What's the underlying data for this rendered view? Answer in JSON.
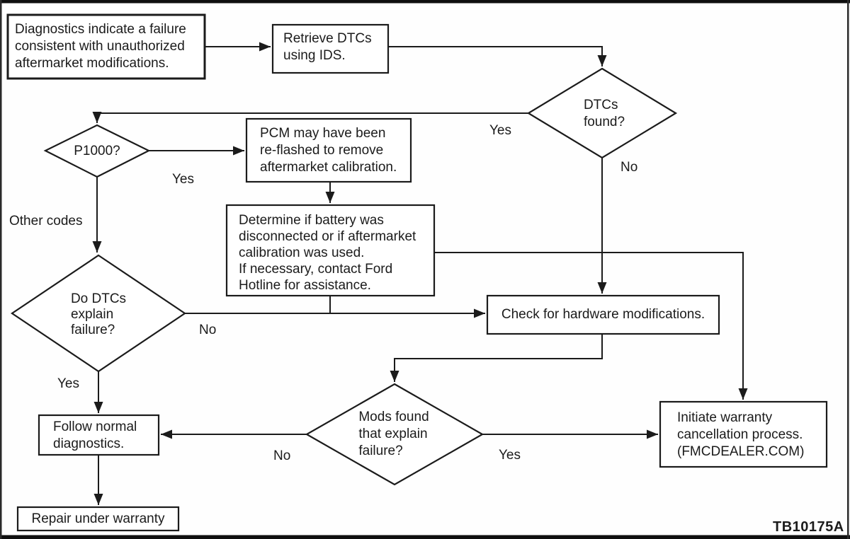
{
  "diagram_code": "TB10175A",
  "colors": {
    "ink": "#1b1b1b",
    "paper": "#fefefe",
    "frame": "#0f0f0f"
  },
  "nodes": {
    "start": {
      "shape": "process",
      "lines": [
        "Diagnostics indicate a failure",
        "consistent with unauthorized",
        "aftermarket modifications."
      ]
    },
    "retrieve": {
      "shape": "process",
      "lines": [
        "Retrieve DTCs",
        "using IDS."
      ]
    },
    "dtcs_found": {
      "shape": "decision",
      "lines": [
        "DTCs",
        "found?"
      ]
    },
    "p1000": {
      "shape": "decision",
      "lines": [
        "P1000?"
      ]
    },
    "pcm": {
      "shape": "process",
      "lines": [
        "PCM may have been",
        "re-flashed to remove",
        "aftermarket calibration."
      ]
    },
    "determine": {
      "shape": "process",
      "lines": [
        "Determine if battery was",
        "disconnected or if aftermarket",
        "calibration was used.",
        "If necessary, contact Ford",
        "Hotline for assistance."
      ]
    },
    "check": {
      "shape": "process",
      "lines": [
        "Check for hardware modifications."
      ]
    },
    "explain": {
      "shape": "decision",
      "lines": [
        "Do DTCs",
        "explain",
        "failure?"
      ]
    },
    "mods": {
      "shape": "decision",
      "lines": [
        "Mods found",
        "that explain",
        "failure?"
      ]
    },
    "initiate": {
      "shape": "process",
      "lines": [
        "Initiate warranty",
        "cancellation process.",
        "(FMCDEALER.COM)"
      ]
    },
    "follow": {
      "shape": "process",
      "lines": [
        "Follow normal",
        "diagnostics."
      ]
    },
    "repair": {
      "shape": "process",
      "lines": [
        "Repair under warranty"
      ]
    }
  },
  "labels": {
    "dtcs_found_yes": "Yes",
    "dtcs_found_no": "No",
    "p1000_yes": "Yes",
    "p1000_other": "Other codes",
    "explain_no": "No",
    "explain_yes": "Yes",
    "mods_no": "No",
    "mods_yes": "Yes"
  }
}
